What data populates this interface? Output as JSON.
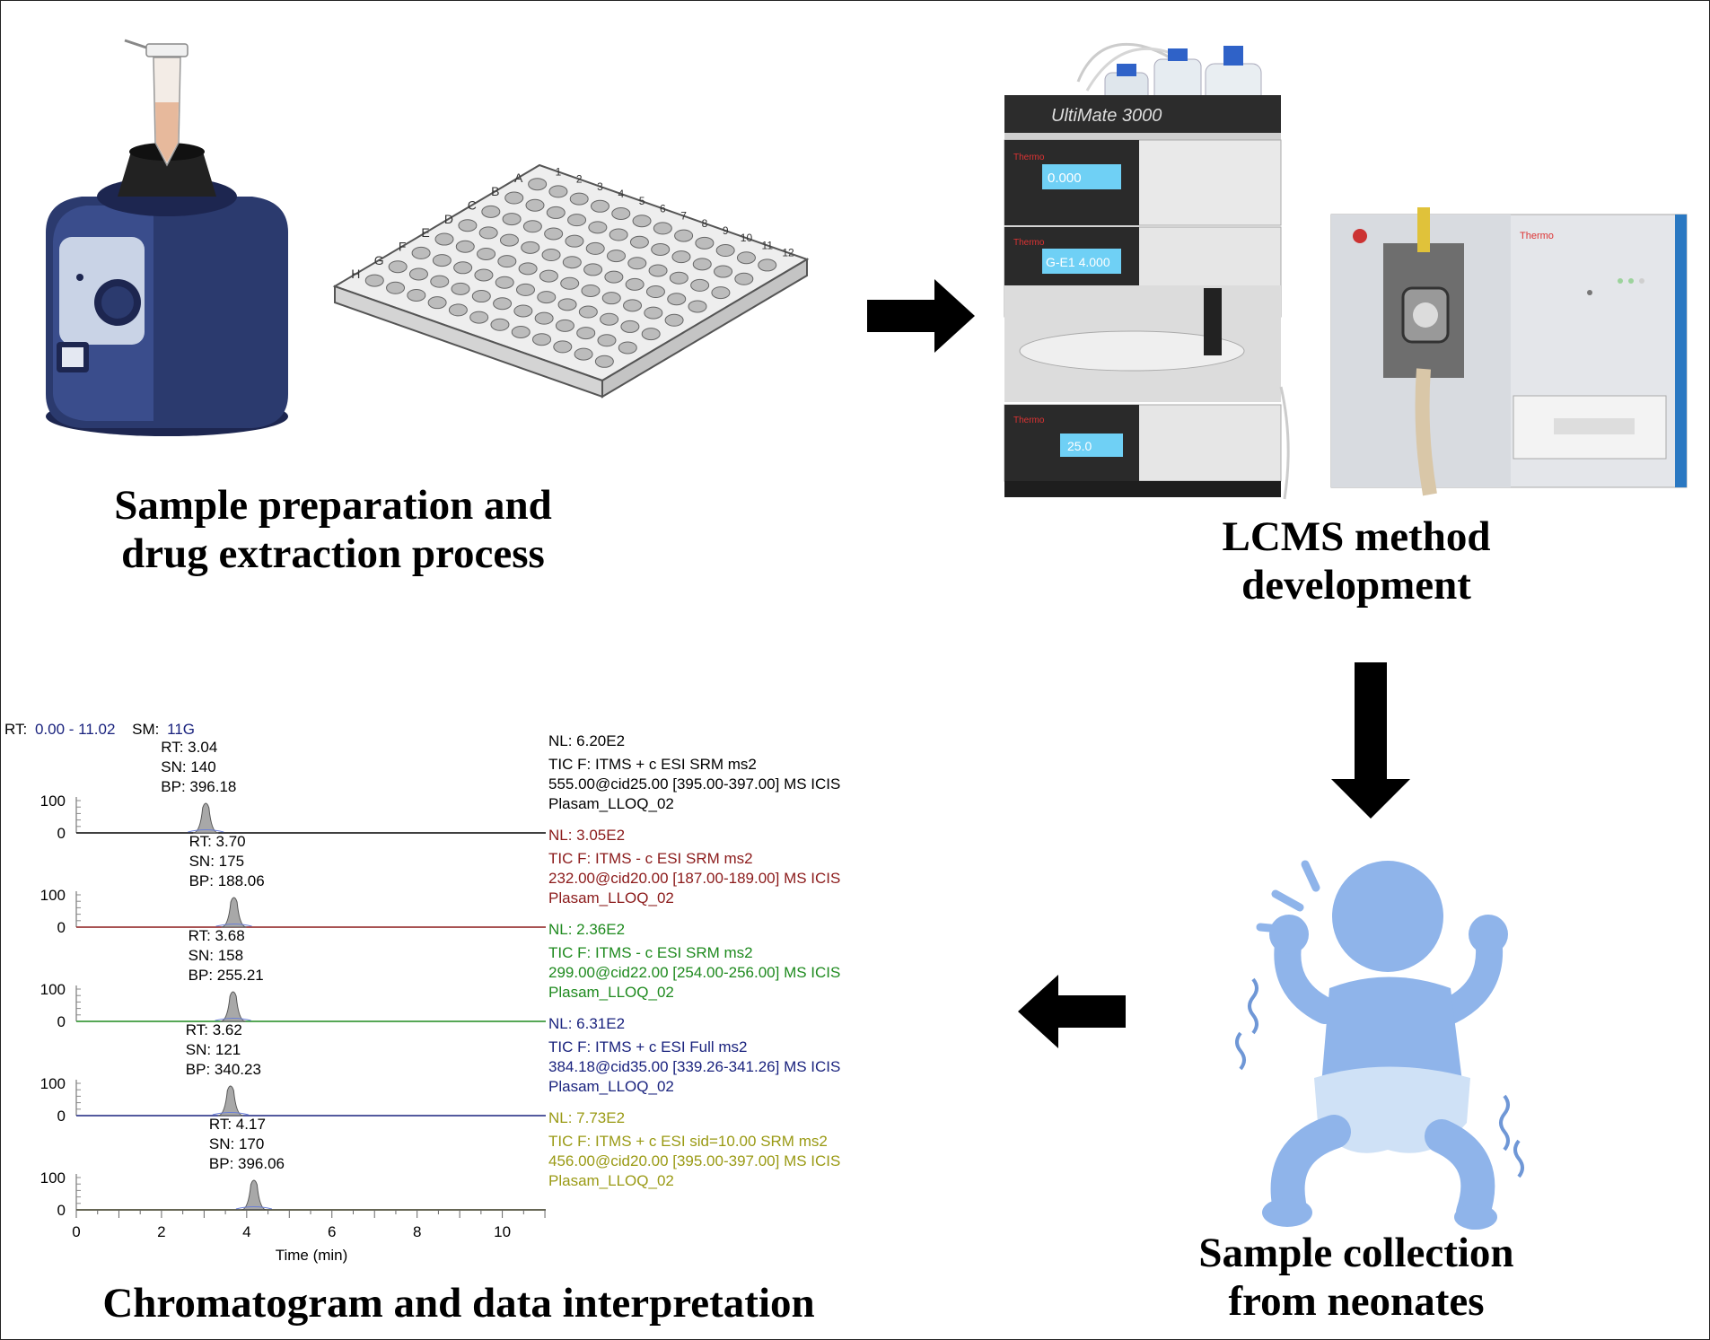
{
  "stages": {
    "sample_prep": {
      "line1": "Sample preparation and",
      "line2": "drug extraction process"
    },
    "lcms": {
      "line1": "LCMS method",
      "line2": "development"
    },
    "neonates": {
      "line1": "Sample collection",
      "line2": "from neonates"
    },
    "chromatogram": {
      "line1": "Chromatogram and data interpretation"
    }
  },
  "plate": {
    "rows": [
      "A",
      "B",
      "C",
      "D",
      "E",
      "F",
      "G",
      "H"
    ],
    "cols": [
      "1",
      "2",
      "3",
      "4",
      "5",
      "6",
      "7",
      "8",
      "9",
      "10",
      "11",
      "12"
    ]
  },
  "instrument": {
    "brand": "Thermo",
    "model": "UltiMate 3000",
    "display1": "0.000",
    "display2": "G-E1  4.000",
    "display3": "25.0"
  },
  "colors": {
    "arrow": "#000000",
    "baby": "#8fb4ea",
    "diaper": "#cfe1f6",
    "vortex": "#2b3a6e",
    "peak": "#a8a8a8"
  },
  "chart_data": {
    "type": "line",
    "header": {
      "rt_label": "RT:",
      "rt_range": "0.00 - 11.02",
      "sm_label": "SM:",
      "sm_value": "11G"
    },
    "xlabel": "Time (min)",
    "xlim": [
      0,
      11.02
    ],
    "xticks": [
      0,
      2,
      4,
      6,
      8,
      10
    ],
    "ylim": [
      0,
      100
    ],
    "yticks": [
      0,
      100
    ],
    "series": [
      {
        "peak_rt": 3.04,
        "labels": [
          "RT: 3.04",
          "SN: 140",
          "BP: 396.18"
        ],
        "nl": "NL: 6.20E2",
        "info": [
          "TIC F: ITMS + c ESI SRM ms2",
          "555.00@cid25.00 [395.00-397.00]  MS  ICIS",
          "Plasam_LLOQ_02"
        ],
        "color": "#000000"
      },
      {
        "peak_rt": 3.7,
        "labels": [
          "RT: 3.70",
          "SN: 175",
          "BP: 188.06"
        ],
        "nl": "NL: 3.05E2",
        "info": [
          "TIC F: ITMS - c ESI SRM ms2",
          "232.00@cid20.00 [187.00-189.00]  MS  ICIS",
          "Plasam_LLOQ_02"
        ],
        "color": "#8b1a1a"
      },
      {
        "peak_rt": 3.68,
        "labels": [
          "RT: 3.68",
          "SN: 158",
          "BP: 255.21"
        ],
        "nl": "NL: 2.36E2",
        "info": [
          "TIC F: ITMS - c ESI SRM ms2",
          "299.00@cid22.00 [254.00-256.00]  MS  ICIS",
          "Plasam_LLOQ_02"
        ],
        "color": "#1e8a1e"
      },
      {
        "peak_rt": 3.62,
        "labels": [
          "RT: 3.62",
          "SN: 121",
          "BP: 340.23"
        ],
        "nl": "NL: 6.31E2",
        "info": [
          "TIC F: ITMS + c ESI Full ms2",
          "384.18@cid35.00 [339.26-341.26]  MS  ICIS",
          "Plasam_LLOQ_02"
        ],
        "color": "#1a237e"
      },
      {
        "peak_rt": 4.17,
        "labels": [
          "RT: 4.17",
          "SN: 170",
          "BP: 396.06"
        ],
        "nl": "NL: 7.73E2",
        "info": [
          "TIC F: ITMS + c ESI sid=10.00  SRM ms2",
          "456.00@cid20.00 [395.00-397.00]  MS  ICIS",
          "Plasam_LLOQ_02"
        ],
        "color": "#9a9a14"
      }
    ]
  }
}
